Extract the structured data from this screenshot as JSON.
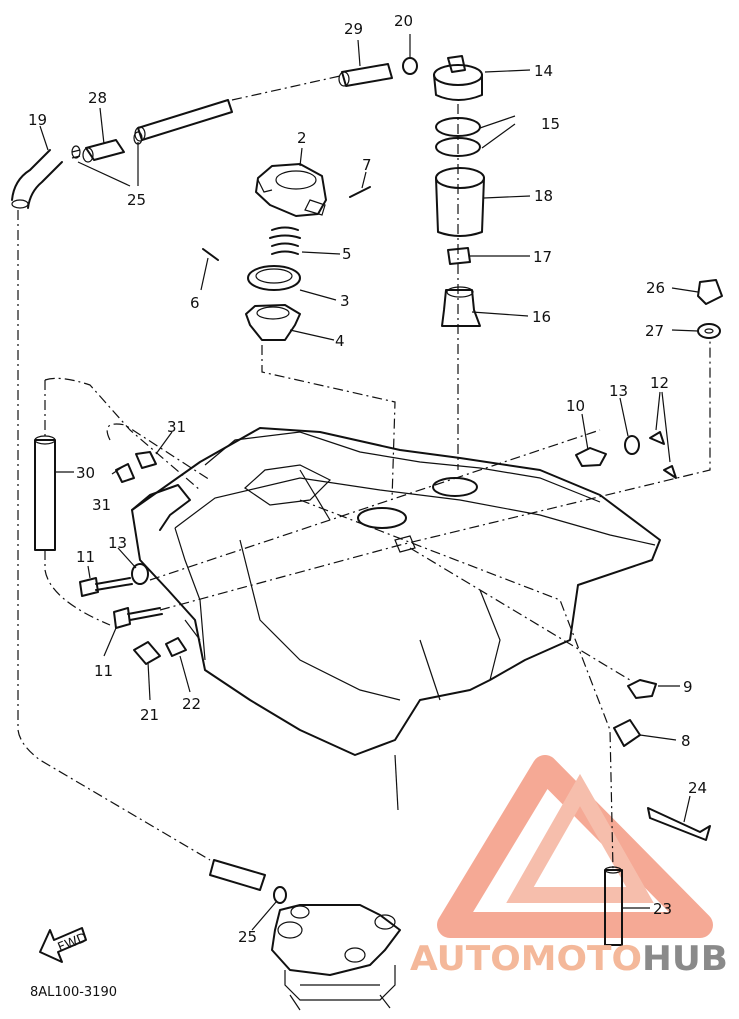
{
  "callouts": {
    "n2": "2",
    "n3": "3",
    "n4": "4",
    "n5": "5",
    "n6": "6",
    "n7": "7",
    "n8": "8",
    "n9": "9",
    "n10": "10",
    "n11a": "11",
    "n11b": "11",
    "n12": "12",
    "n13a": "13",
    "n13b": "13",
    "n14": "14",
    "n15": "15",
    "n16": "16",
    "n17": "17",
    "n18": "18",
    "n19": "19",
    "n20": "20",
    "n21": "21",
    "n22": "22",
    "n23": "23",
    "n24": "24",
    "n25a": "25",
    "n25b": "25",
    "n26": "26",
    "n27": "27",
    "n28": "28",
    "n29": "29",
    "n30": "30",
    "n31a": "31",
    "n31b": "31"
  },
  "arrow_label": "FWD",
  "diagram_code": "8AL100-3190",
  "watermark": {
    "part1": "AUTOMOTO",
    "part2": "HUB",
    "color_red": "#e8483c",
    "color_gray": "#8a8a8a"
  }
}
